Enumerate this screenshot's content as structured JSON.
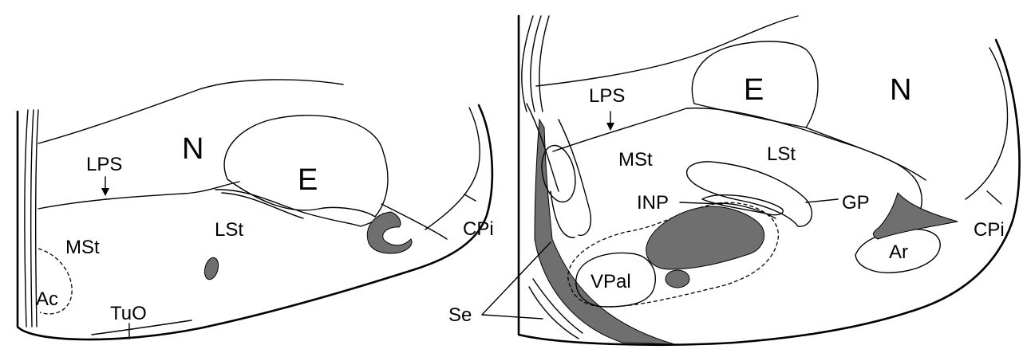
{
  "left_panel": {
    "labels": {
      "N": "N",
      "E": "E",
      "LPS": "LPS",
      "MSt": "MSt",
      "LSt": "LSt",
      "CPi": "CPi",
      "Ac": "Ac",
      "TuO": "TuO"
    }
  },
  "right_panel": {
    "labels": {
      "N": "N",
      "E": "E",
      "LPS": "LPS",
      "MSt": "MSt",
      "LSt": "LSt",
      "INP": "INP",
      "GP": "GP",
      "CPi": "CPi",
      "Ar": "Ar",
      "VPal": "VPal",
      "Se": "Se"
    }
  },
  "colors": {
    "line": "#000000",
    "shaded_region": "#6f6f6f",
    "background": "#ffffff"
  }
}
